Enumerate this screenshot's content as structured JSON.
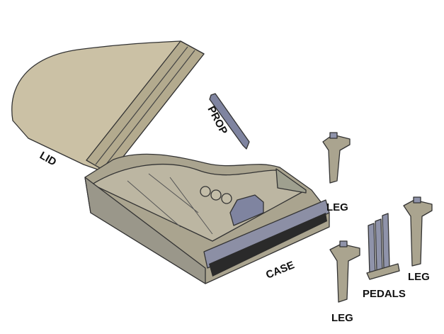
{
  "labels": {
    "lid": "LID",
    "prop": "PROP",
    "leg_right_top": "LEG",
    "case": "CASE",
    "pedals": "PEDALS",
    "leg_right": "LEG",
    "leg_bottom": "LEG"
  },
  "colors": {
    "lid": "#cbc1a5",
    "case": "#aaa48f",
    "shadow": "#767b96",
    "keys": "#2a2a2a"
  }
}
